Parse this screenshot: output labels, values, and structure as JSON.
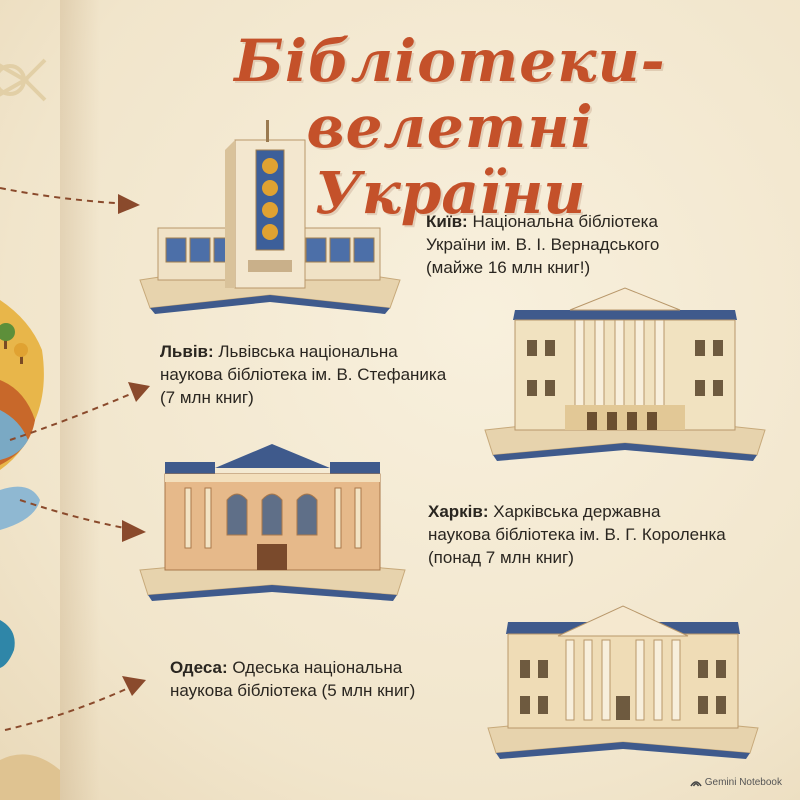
{
  "title": {
    "line1": "Бібліотеки-велетні",
    "line2": "України"
  },
  "libraries": [
    {
      "city": "Київ:",
      "desc_line1": " Національна бібліотека",
      "desc_line2": "України ім. В. І. Вернадського",
      "desc_line3": "(майже 16 млн книг!)"
    },
    {
      "city": "Львів:",
      "desc_line1": " Львівська національна",
      "desc_line2": "наукова бібліотека ім. В. Стефаника",
      "desc_line3": "(7 млн книг)"
    },
    {
      "city": "Харків:",
      "desc_line1": " Харківська державна",
      "desc_line2": "наукова бібліотека ім. В. Г. Короленка",
      "desc_line3": "(понад 7 млн книг)"
    },
    {
      "city": "Одеса:",
      "desc_line1": " Одеська національна",
      "desc_line2": "наукова бібліотека (5 млн книг)"
    }
  ],
  "footer": {
    "brand": "Gemini Notebook"
  },
  "colors": {
    "title": "#c4512a",
    "arrow": "#8a4a2c",
    "text": "#2a2620",
    "roof": "#3f5a8c",
    "wall": "#e9cfa0",
    "book": "#e7d3ad"
  },
  "icons": [
    "tree-icon",
    "ornament-icon",
    "map-icon",
    "arrow-icon",
    "gemini-logo-icon"
  ]
}
